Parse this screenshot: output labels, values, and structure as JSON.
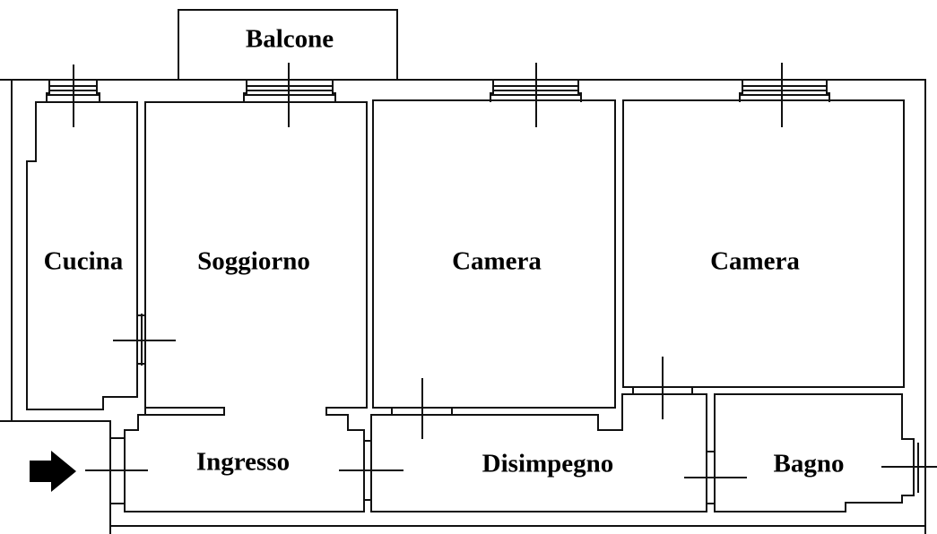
{
  "rooms": {
    "balcone": "Balcone",
    "cucina": "Cucina",
    "soggiorno": "Soggiorno",
    "camera_1": "Camera",
    "camera_2": "Camera",
    "ingresso": "Ingresso",
    "disimpegno": "Disimpegno",
    "bagno": "Bagno"
  },
  "entrance_icon": "arrow-right-icon",
  "colors": {
    "line": "#111111",
    "background": "#ffffff"
  }
}
